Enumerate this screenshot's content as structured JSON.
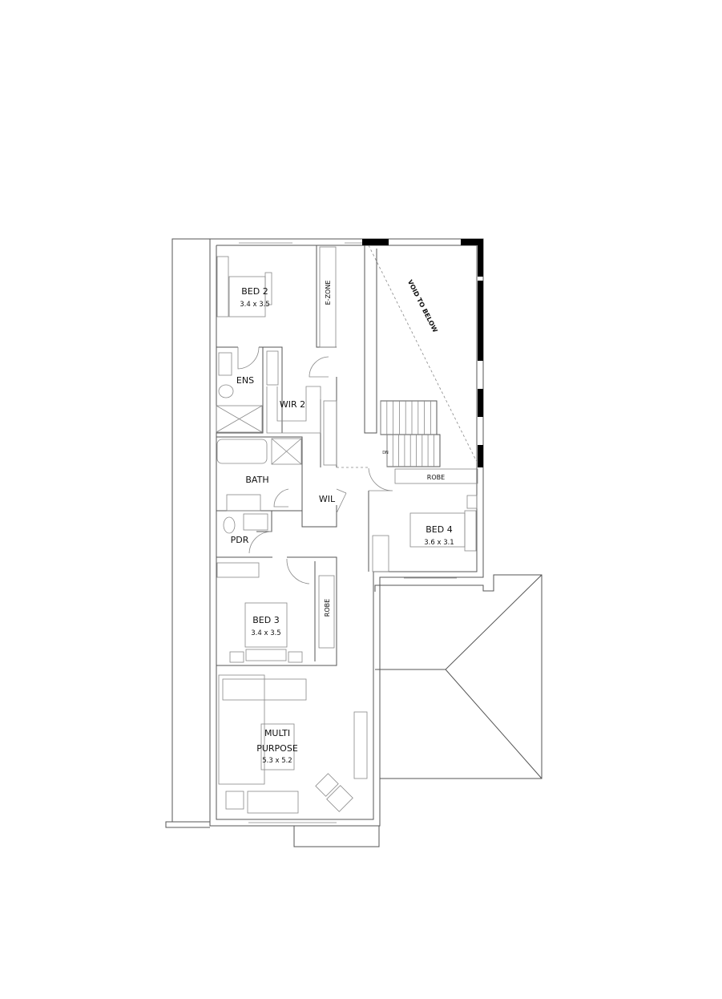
{
  "rooms": {
    "bed2": {
      "name": "BED 2",
      "size": "3.4 x 3.5"
    },
    "ens": {
      "name": "ENS"
    },
    "wir2": {
      "name": "WIR 2"
    },
    "ezone": {
      "name": "E-ZONE"
    },
    "void": {
      "name": "VOID TO BELOW"
    },
    "stairs": {
      "direction": "DN"
    },
    "robe_bed4": {
      "name": "ROBE"
    },
    "bath": {
      "name": "BATH"
    },
    "wil": {
      "name": "WIL"
    },
    "bed4": {
      "name": "BED 4",
      "size": "3.6 x 3.1"
    },
    "pdr": {
      "name": "PDR"
    },
    "bed3": {
      "name": "BED 3",
      "size": "3.4 x 3.5"
    },
    "robe_bed3": {
      "name": "ROBE"
    },
    "multi": {
      "name_line1": "MULTI",
      "name_line2": "PURPOSE",
      "size": "5.3 x 5.2"
    }
  },
  "colors": {
    "wall": "#555555",
    "window_solid": "#000000",
    "background": "#ffffff"
  }
}
